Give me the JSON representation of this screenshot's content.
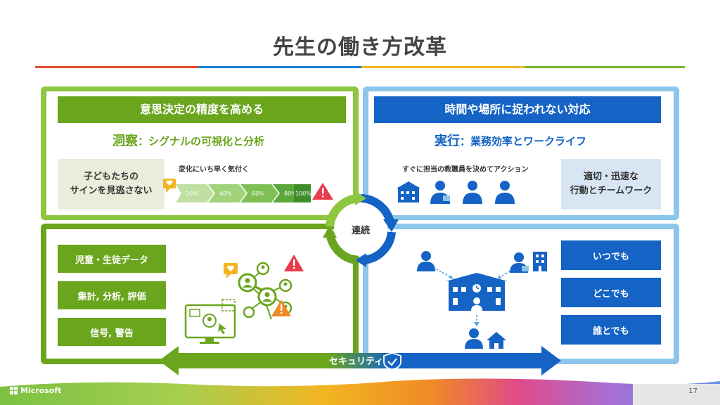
{
  "title": "先生の働き方改革",
  "left": {
    "header": "意思決定の精度を高める",
    "sub_key": "洞察",
    "sub_rest": "：シグナルの可視化と分析",
    "grey_box": [
      "子どもたちの",
      "サインを見逃さない"
    ],
    "caption": "変化にいち早く気付く",
    "steps": [
      "20%",
      "40%",
      "60%",
      "80%",
      "100%"
    ],
    "buttons": [
      "児童・生徒データ",
      "集計, 分析, 評価",
      "信号, 警告"
    ]
  },
  "right": {
    "header": "時間や場所に捉われない対応",
    "sub_key": "実行",
    "sub_rest": "：業務効率とワークライフ",
    "caption": "すぐに担当の教職員を決めてアクション",
    "grey_box": [
      "適切・迅速な",
      "行動とチームワーク"
    ],
    "buttons": [
      "いつでも",
      "どこでも",
      "誰とでも"
    ]
  },
  "cycle_label": "連続",
  "security_label": "セキュリティ",
  "footer": {
    "brand": "Microsoft",
    "page": "17"
  },
  "colors": {
    "green": "#6aa51d",
    "light_green": "#8dc63f",
    "blue": "#1463c5",
    "light_blue": "#8cc6ea"
  }
}
